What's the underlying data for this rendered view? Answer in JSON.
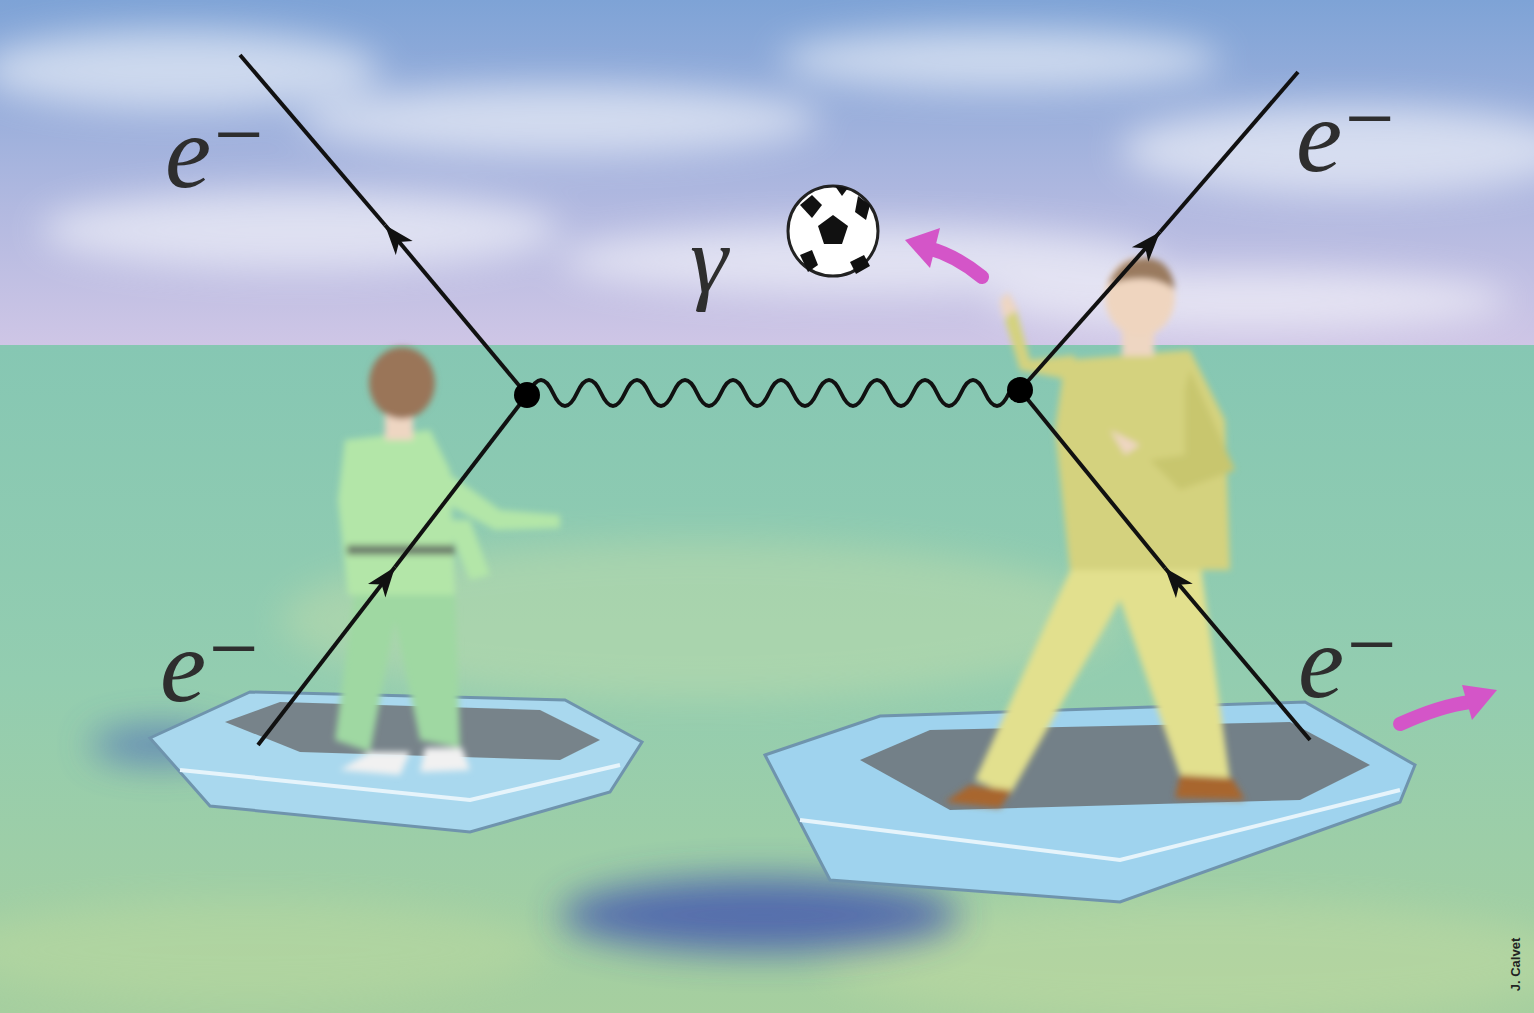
{
  "diagram": {
    "labels": [
      "e⁻",
      "γ",
      "e⁻",
      "e⁻",
      "e⁻",
      "J. Calvet"
    ]
  }
}
